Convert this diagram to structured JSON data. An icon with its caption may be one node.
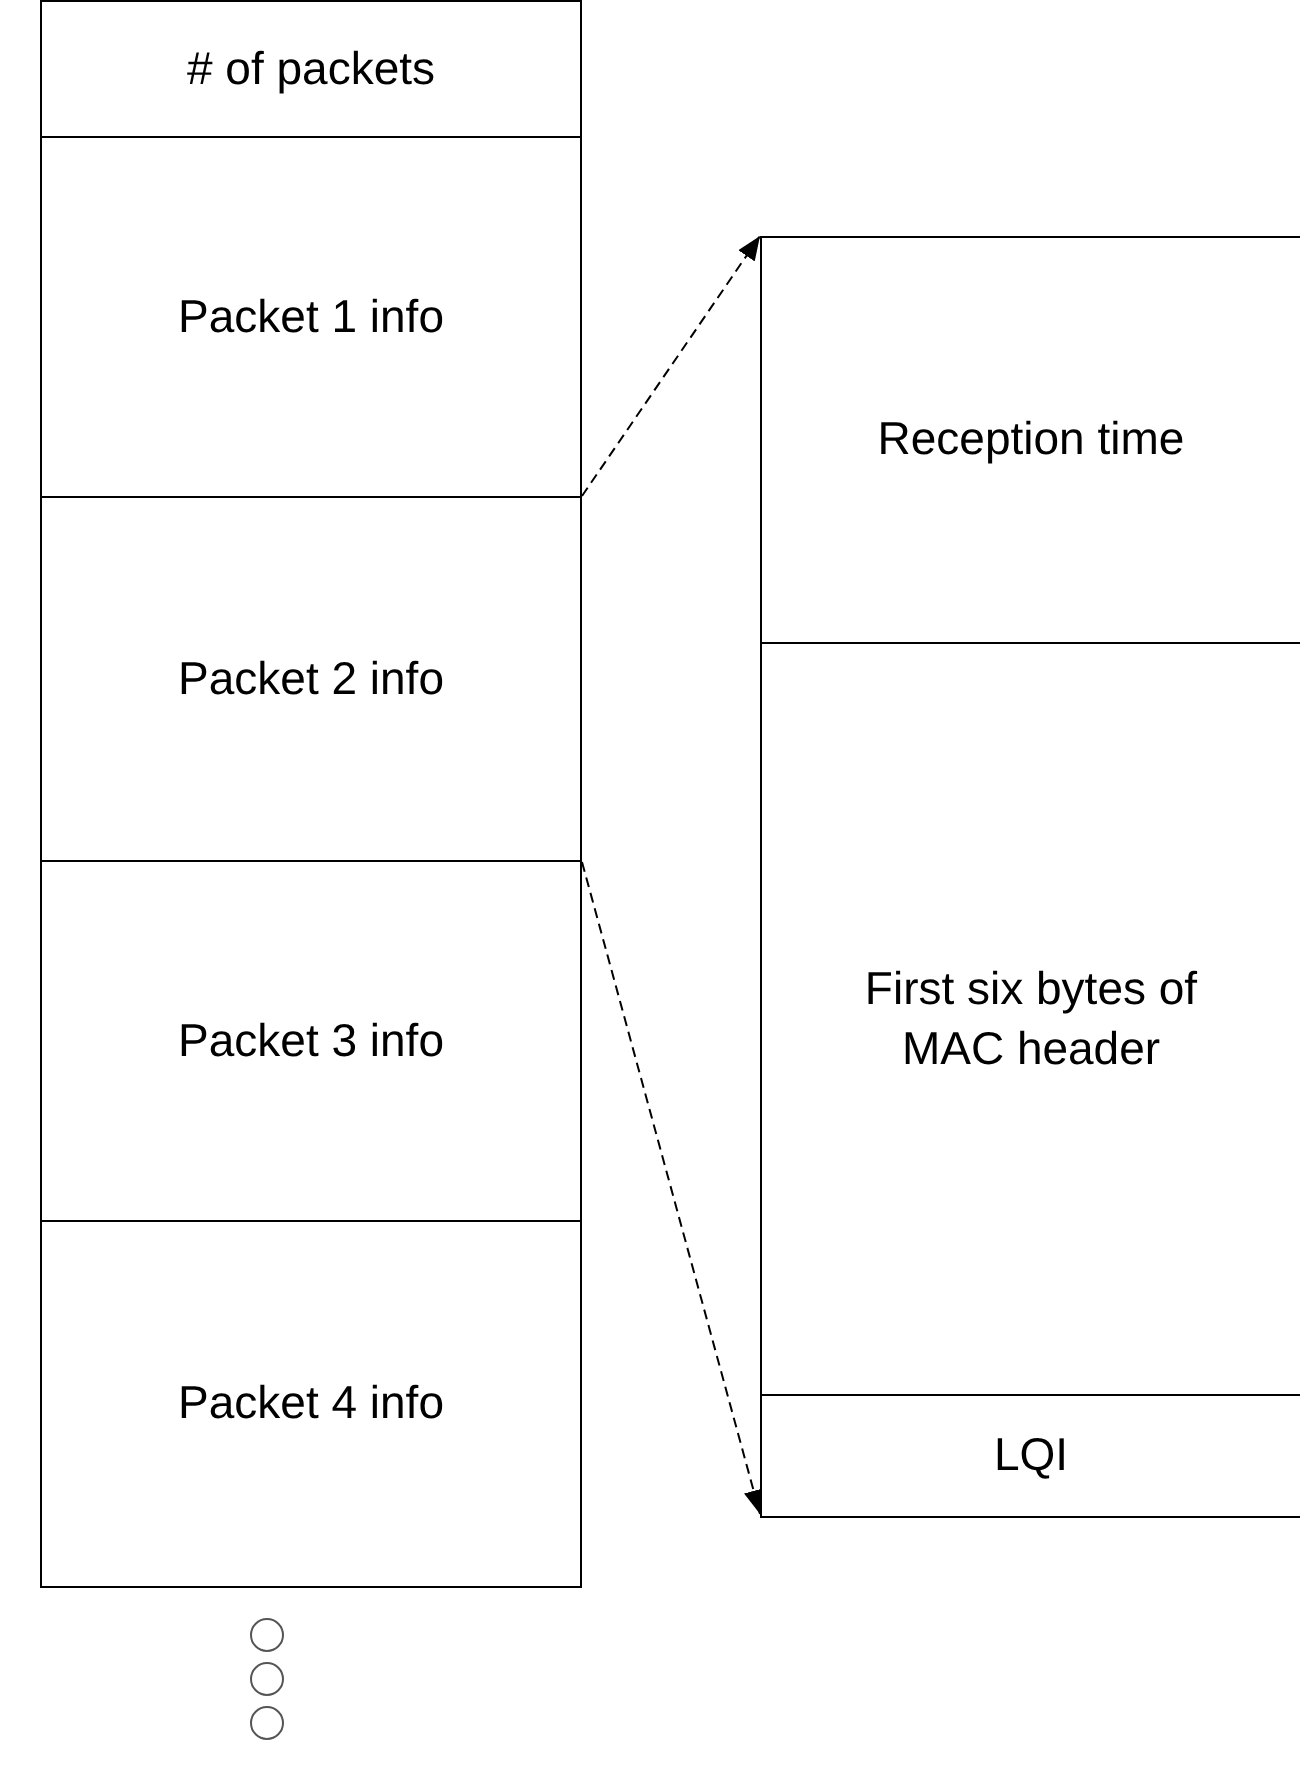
{
  "diagram": {
    "nodes": [
      {
        "text": [
          "# of packets"
        ]
      },
      {
        "text": [
          "Packet 1 info"
        ]
      },
      {
        "text": [
          "Packet 2 info"
        ]
      },
      {
        "text": [
          "Packet 3 info"
        ]
      },
      {
        "text": [
          "Packet 4 info"
        ]
      },
      {
        "text": [],
        "shape": "box"
      },
      {
        "text": [
          "Reception time"
        ],
        "in": 5
      },
      {
        "text": [
          "First six bytes of MAC header"
        ],
        "in": 5
      },
      {
        "text": [
          "LQI"
        ],
        "in": 5
      },
      {
        "text": [],
        "shape": "circle"
      },
      {
        "text": [],
        "shape": "circle"
      },
      {
        "text": [],
        "shape": "circle"
      }
    ],
    "edges": [
      {
        "from": 2,
        "to": 5,
        "arrow": "to",
        "style": "dashed"
      },
      {
        "from": 2,
        "to": 5,
        "arrow": "to",
        "style": "dashed"
      }
    ]
  }
}
